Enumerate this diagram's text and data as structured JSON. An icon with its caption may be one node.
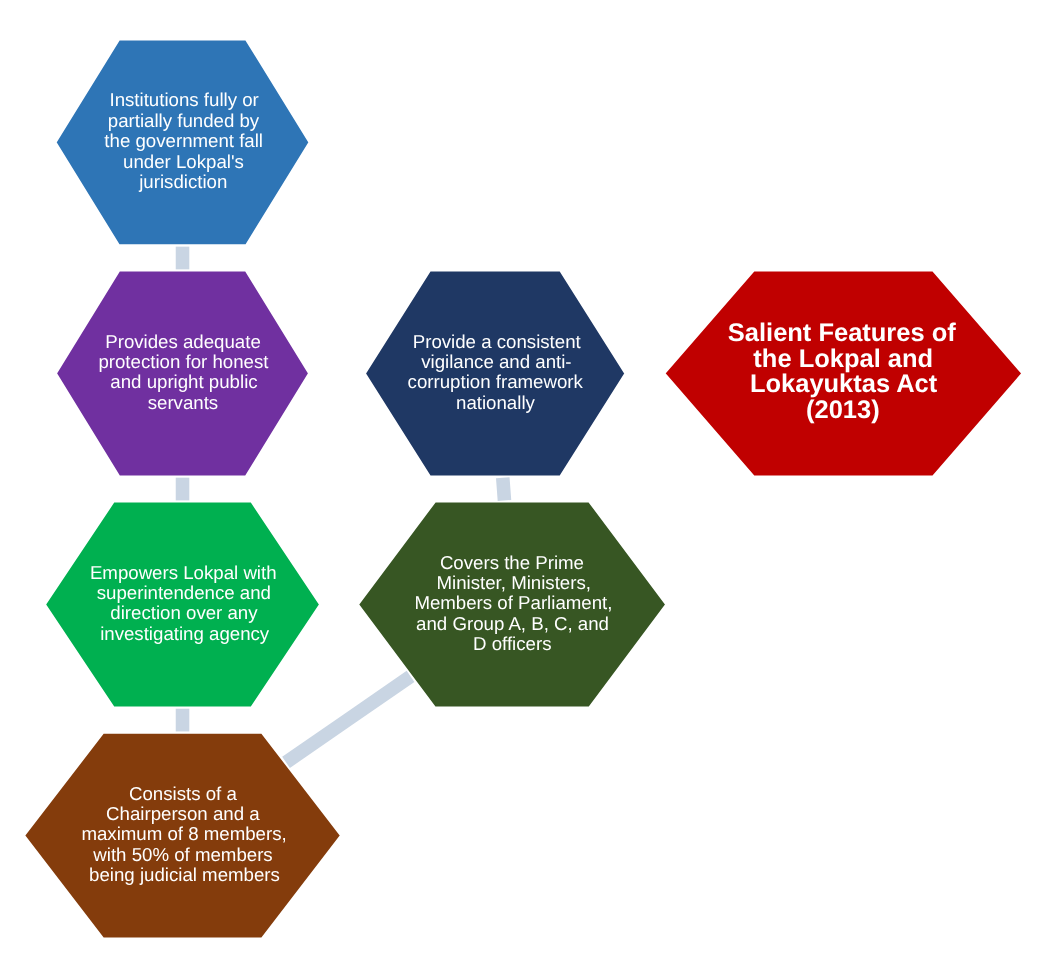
{
  "diagram": {
    "nodes": [
      {
        "text": [
          "Institutions fully or partially funded by the government fall under Lokpal's jurisdiction"
        ]
      },
      {
        "text": [
          "Provides adequate protection for honest and upright public servants"
        ]
      },
      {
        "text": [
          "Empowers Lokpal with superintendence and direction over any investigating agency"
        ]
      },
      {
        "text": [
          "Consists of a Chairperson and a maximum of 8 members, with 50% of members being judicial members"
        ]
      },
      {
        "text": [
          "Covers the Prime Minister, Ministers, Members of Parliament, and Group A, B, C, and D officers"
        ]
      },
      {
        "text": [
          "Provide a consistent vigilance and anti-corruption framework nationally"
        ]
      },
      {
        "text": [
          "Salient Features of the Lokpal and Lokayuktas Act (2013)"
        ]
      }
    ],
    "edges": [
      {
        "from": 0,
        "to": 1,
        "arrow": "none"
      },
      {
        "from": 1,
        "to": 2,
        "arrow": "none"
      },
      {
        "from": 2,
        "to": 3,
        "arrow": "none"
      },
      {
        "from": 3,
        "to": 4,
        "arrow": "none"
      },
      {
        "from": 4,
        "to": 5,
        "arrow": "none"
      }
    ]
  }
}
